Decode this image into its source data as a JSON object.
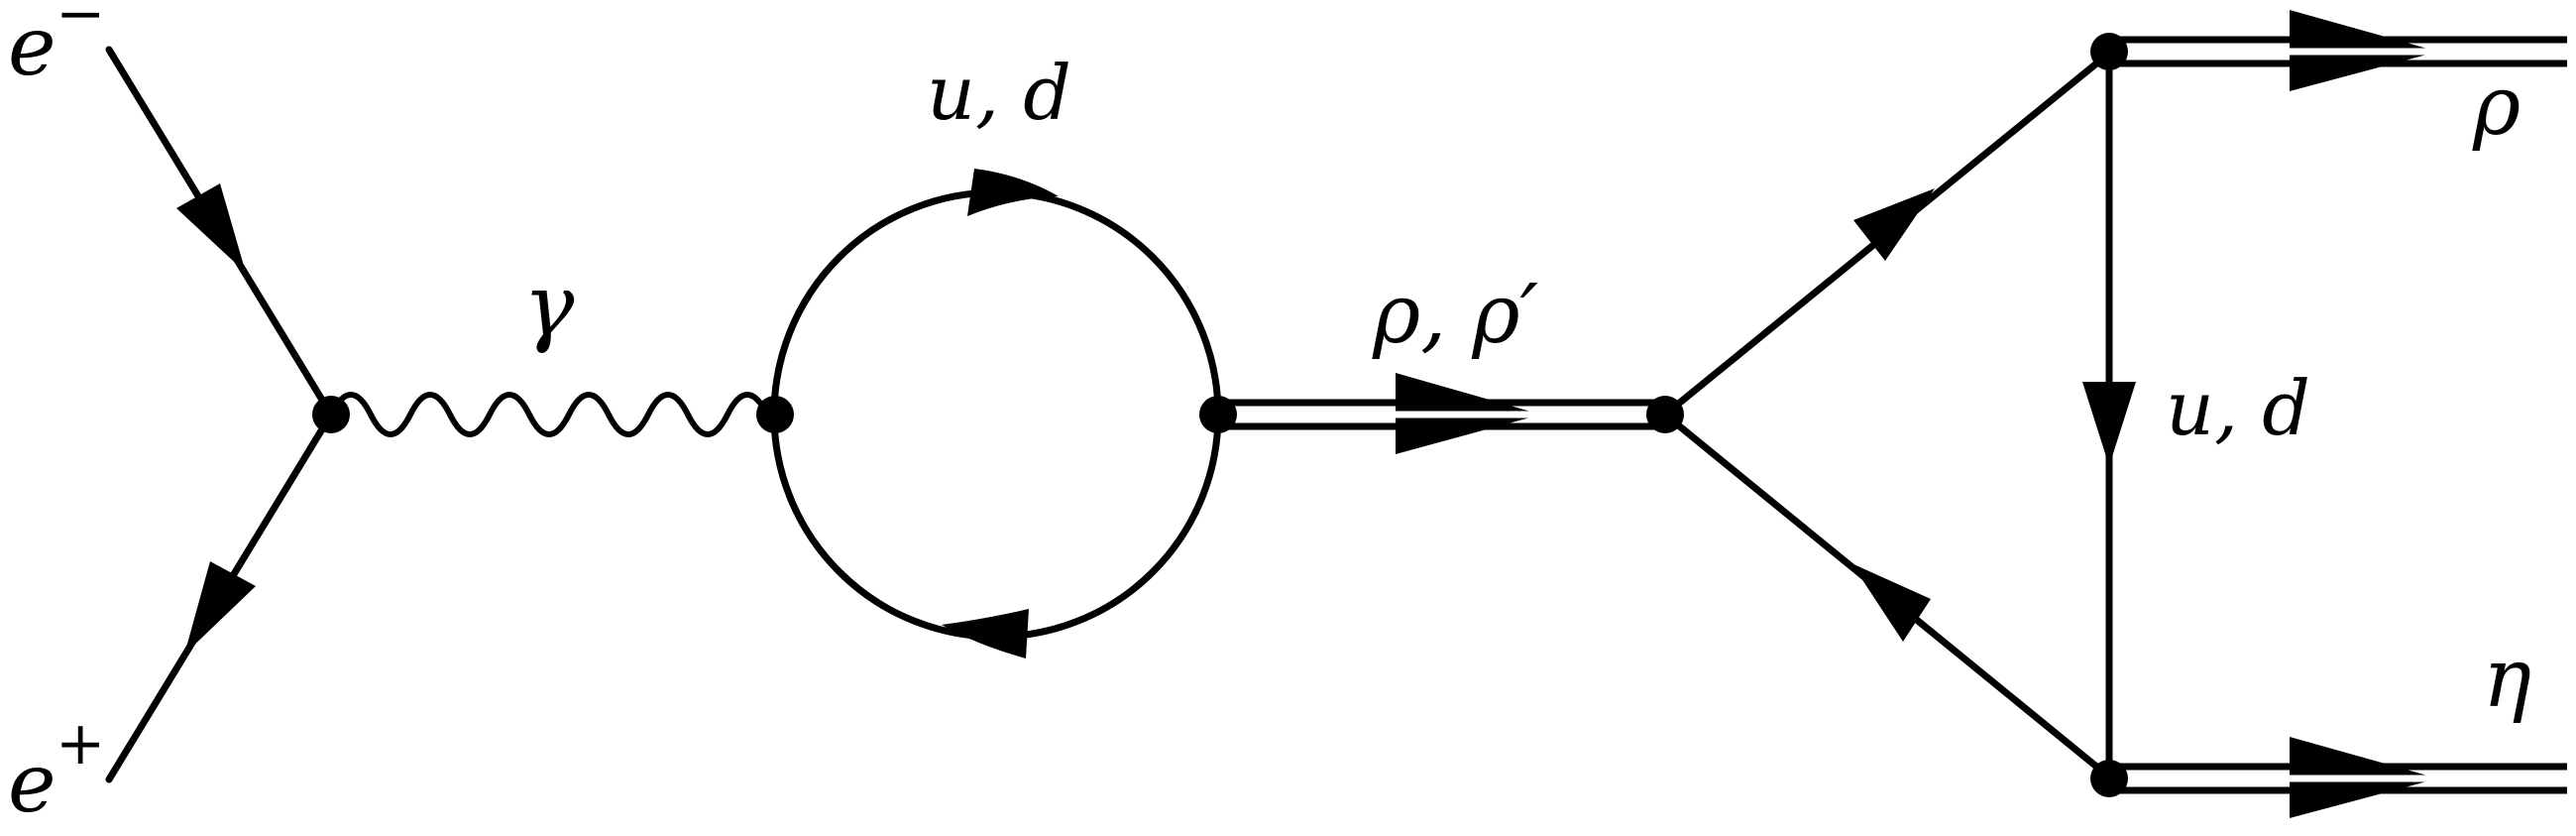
{
  "labels": {
    "electron": "e",
    "electron_charge": "−",
    "positron": "e",
    "positron_charge": "+",
    "photon": "γ",
    "loop_quarks": "u, d",
    "intermediate_mesons": "ρ, ρ′",
    "triangle_quarks": "u, d",
    "rho_out": "ρ",
    "eta_out": "η"
  },
  "colors": {
    "line": "#000000",
    "background": "#ffffff"
  }
}
